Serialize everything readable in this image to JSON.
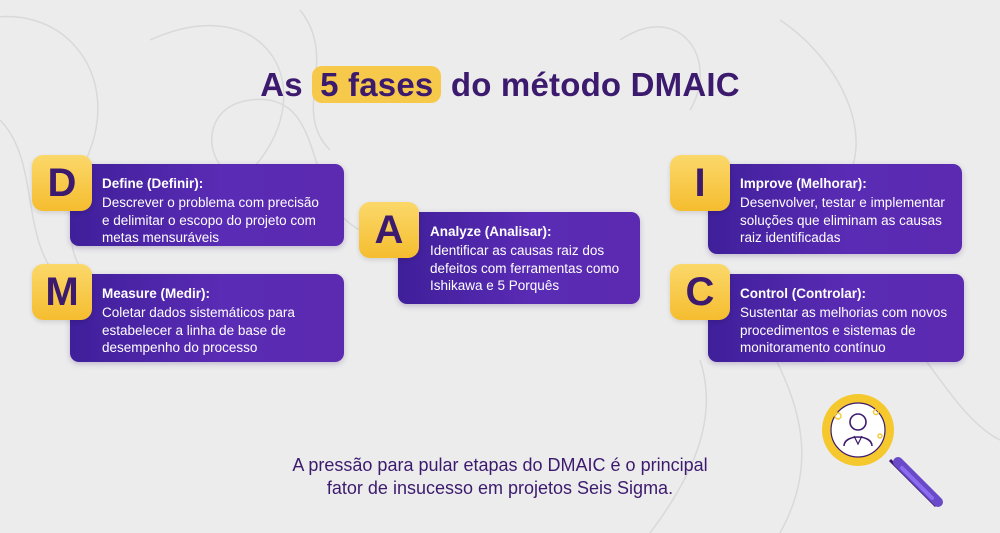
{
  "title": {
    "before": "As ",
    "highlight": "5 fases",
    "after": " do método DMAIC"
  },
  "phases": {
    "define": {
      "letter": "D",
      "heading": "Define (Definir):",
      "text": "Descrever o problema com precisão e delimitar o escopo do projeto com metas mensuráveis"
    },
    "measure": {
      "letter": "M",
      "heading": "Measure (Medir):",
      "text": "Coletar dados sistemáticos para estabelecer a linha de base de desempenho do processo"
    },
    "analyze": {
      "letter": "A",
      "heading": "Analyze (Analisar):",
      "text": "Identificar as causas raiz dos defeitos com ferramentas como Ishikawa e 5 Porquês"
    },
    "improve": {
      "letter": "I",
      "heading": "Improve (Melhorar):",
      "text": "Desenvolver, testar e implementar soluções que eliminam as causas raiz identificadas"
    },
    "control": {
      "letter": "C",
      "heading": "Control (Controlar):",
      "text": "Sustentar as melhorias com novos procedimentos e sistemas de monitoramento contínuo"
    }
  },
  "footer": {
    "line1": "A pressão para pular etapas do DMAIC é o principal",
    "line2": "fator de insucesso em projetos Seis Sigma."
  },
  "icons": {
    "magnifier": "magnifier-person-icon"
  },
  "colors": {
    "card_purple": "#4a239f",
    "letter_yellow": "#f7c94a",
    "title_text": "#3c1a6e",
    "background": "#ececec"
  }
}
